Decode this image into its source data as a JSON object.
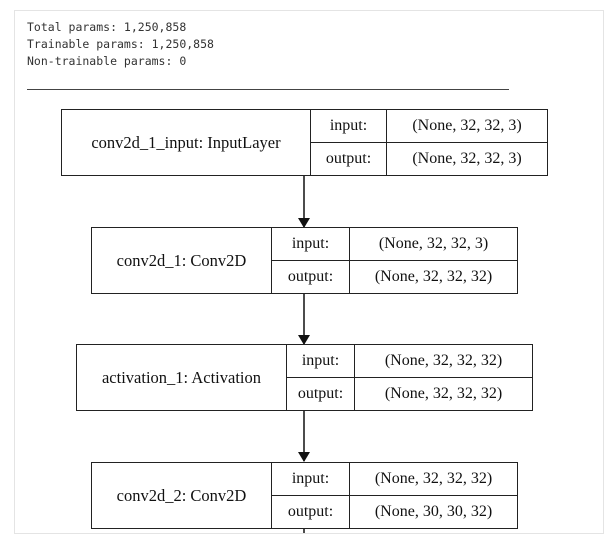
{
  "summary": {
    "total": "Total params: 1,250,858",
    "trainable": "Trainable params: 1,250,858",
    "non_trainable": "Non-trainable params: 0"
  },
  "layers": [
    {
      "name": "conv2d_1_input: InputLayer",
      "input_label": "input:",
      "input_shape": "(None, 32, 32, 3)",
      "output_label": "output:",
      "output_shape": "(None, 32, 32, 3)"
    },
    {
      "name": "conv2d_1: Conv2D",
      "input_label": "input:",
      "input_shape": "(None, 32, 32, 3)",
      "output_label": "output:",
      "output_shape": "(None, 32, 32, 32)"
    },
    {
      "name": "activation_1: Activation",
      "input_label": "input:",
      "input_shape": "(None, 32, 32, 32)",
      "output_label": "output:",
      "output_shape": "(None, 32, 32, 32)"
    },
    {
      "name": "conv2d_2: Conv2D",
      "input_label": "input:",
      "input_shape": "(None, 32, 32, 32)",
      "output_label": "output:",
      "output_shape": "(None, 30, 30, 32)"
    }
  ],
  "colors": {
    "line": "#222222",
    "text": "#111111",
    "summary_text": "#333333"
  }
}
